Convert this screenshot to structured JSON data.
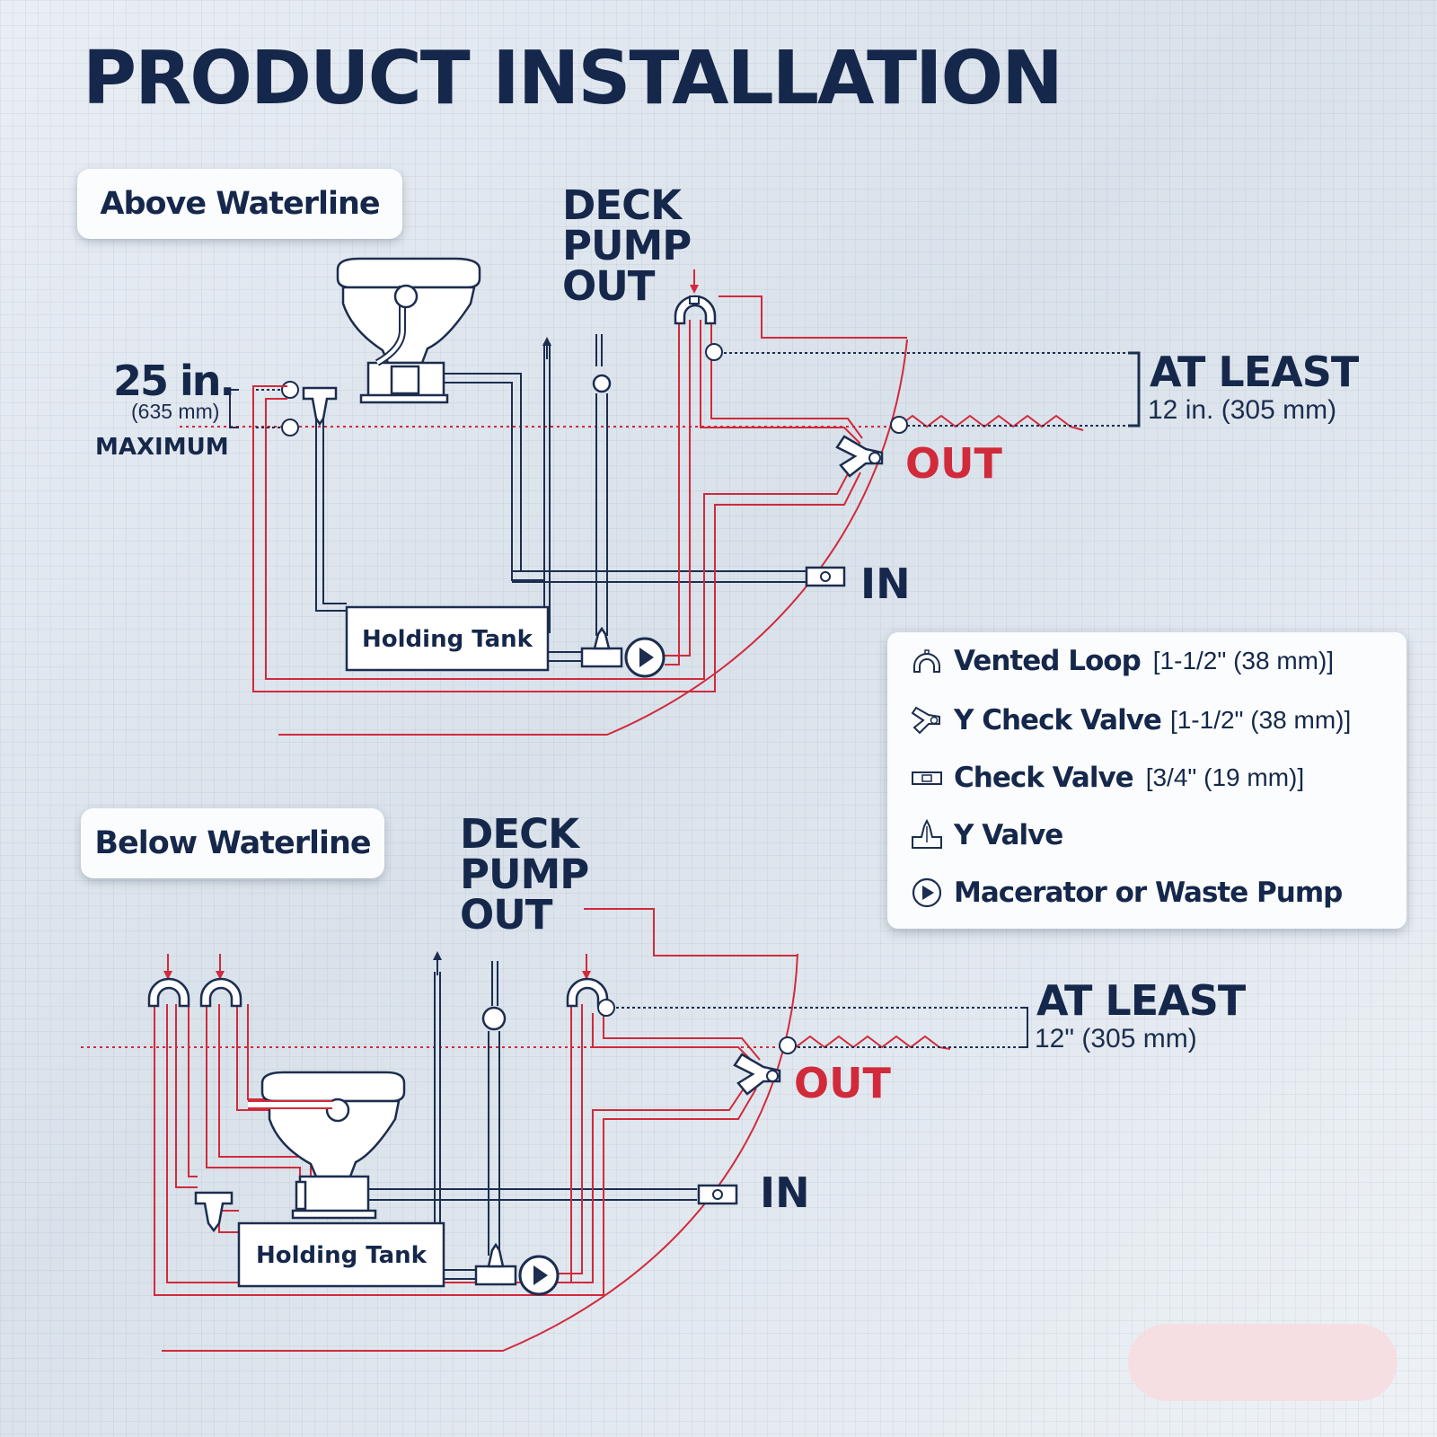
{
  "title": "PRODUCT INSTALLATION",
  "above": {
    "section_label": "Above Waterline",
    "deck_pump_out": [
      "DECK",
      "PUMP",
      "OUT"
    ],
    "height_value": "25 in.",
    "height_metric": "(635 mm)",
    "height_qualifier": "MAXIMUM",
    "at_least": "AT LEAST",
    "at_least_value": "12 in. (305 mm)",
    "out_label": "OUT",
    "in_label": "IN",
    "tank_label": "Holding Tank"
  },
  "below": {
    "section_label": "Below Waterline",
    "deck_pump_out": [
      "DECK",
      "PUMP",
      "OUT"
    ],
    "at_least": "AT LEAST",
    "at_least_value": "12\" (305 mm)",
    "out_label": "OUT",
    "in_label": "IN",
    "tank_label": "Holding Tank"
  },
  "legend": [
    {
      "icon": "vented-loop-icon",
      "name": "Vented Loop",
      "spec": "[1-1/2\" (38 mm)]"
    },
    {
      "icon": "y-check-valve-icon",
      "name": "Y Check Valve",
      "spec": "[1-1/2\" (38 mm)]"
    },
    {
      "icon": "check-valve-icon",
      "name": "Check Valve",
      "spec": "[3/4\" (19 mm)]"
    },
    {
      "icon": "y-valve-icon",
      "name": "Y Valve",
      "spec": ""
    },
    {
      "icon": "macerator-pump-icon",
      "name": "Macerator or Waste Pump",
      "spec": ""
    }
  ],
  "colors": {
    "navy": "#15284b",
    "red": "#d12a3b",
    "panel": "#fbfcfd"
  }
}
